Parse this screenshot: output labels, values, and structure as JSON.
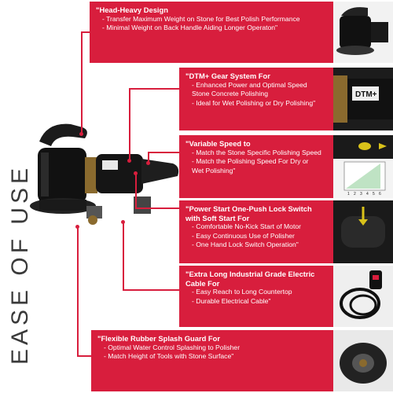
{
  "side_label": "EASE OF USE",
  "features": [
    {
      "title": "\"Head-Heavy Design",
      "bullets": [
        "- Transfer Maximum Weight on Stone for Best Polish Performance",
        "- Minimal Weight on Back Handle Aiding Longer Operaton\""
      ],
      "icon": "polisher-head-thumbnail"
    },
    {
      "title": "\"DTM+ Gear System For",
      "bullets": [
        "- Enhanced Power and Optimal Speed",
        "  Stone Concrete Polishing",
        "- Ideal for Wet Polishing or Dry Polishing\""
      ],
      "icon": "gear-system-thumbnail",
      "thumb_text": "DTM+"
    },
    {
      "title": "\"Variable Speed to",
      "bullets": [
        "- Match the Stone Specific Polishing Speed",
        "- Match the Polishing Speed For Dry or",
        "  Wet Polishing\""
      ],
      "icon": "speed-dial-thumbnail",
      "chart_numbers": [
        "1",
        "2",
        "3",
        "4",
        "5",
        "6"
      ]
    },
    {
      "title": "\"Power Start One-Push Lock Switch with Soft Start For",
      "bullets": [
        "- Comfortable No-Kick Start of Motor",
        "- Easy Continuous Use of Polisher",
        "- One Hand Lock Switch Operation\""
      ],
      "icon": "lock-switch-thumbnail"
    },
    {
      "title": "\"Extra Long Industrial Grade Electric Cable For",
      "bullets": [
        "- Easy Reach to Long Countertop",
        "- Durable Electrical Cable\""
      ],
      "icon": "cable-thumbnail"
    },
    {
      "title": "\"Flexible Rubber Splash Guard For",
      "bullets": [
        "- Optimal Water Control Splashing to Polisher",
        "- Match Height of Tools with Stone Surface\""
      ],
      "icon": "splash-guard-thumbnail"
    }
  ],
  "colors": {
    "accent": "#d81e3d",
    "text": "#ffffff",
    "label": "#3a3a3a"
  }
}
